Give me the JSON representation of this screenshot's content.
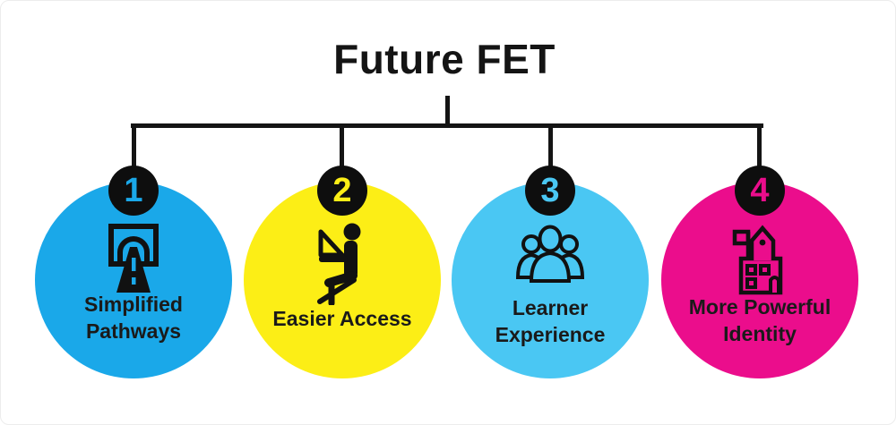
{
  "title": "Future FET",
  "colors": {
    "line_black": "#141414",
    "badge_black": "#0e0e0e",
    "text_black": "#1a1a1a"
  },
  "nodes": [
    {
      "number": "1",
      "color": "#1aa8e9",
      "icon": "tunnel-road-icon",
      "label_lines": [
        "Simplified",
        "Pathways"
      ]
    },
    {
      "number": "2",
      "color": "#fcee16",
      "icon": "person-laptop-icon",
      "label_lines": [
        "Easier Access",
        ""
      ]
    },
    {
      "number": "3",
      "color": "#4ac7f3",
      "icon": "group-people-icon",
      "label_lines": [
        "Learner",
        "Experience"
      ]
    },
    {
      "number": "4",
      "color": "#eb0d8c",
      "icon": "school-building-icon",
      "label_lines": [
        "More Powerful",
        "Identity"
      ]
    }
  ]
}
